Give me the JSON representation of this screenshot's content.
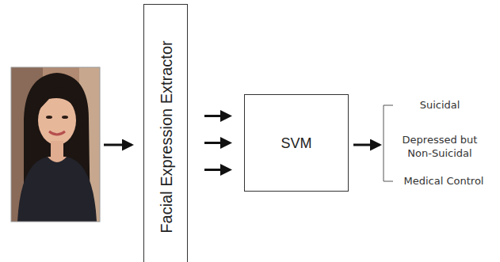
{
  "diagram": {
    "nodes": [
      {
        "text": [
          "Facial Expression Extractor"
        ]
      },
      {
        "text": [
          "SVM"
        ]
      }
    ],
    "edges": [
      {
        "from": 0,
        "to": 1,
        "arrow": "to"
      },
      {
        "from": 0,
        "to": 1,
        "arrow": "to"
      },
      {
        "from": 0,
        "to": 1,
        "arrow": "to"
      }
    ],
    "labels": [
      "Suicidal",
      "Depressed but Non-Suicidal",
      "Medical Control"
    ]
  }
}
